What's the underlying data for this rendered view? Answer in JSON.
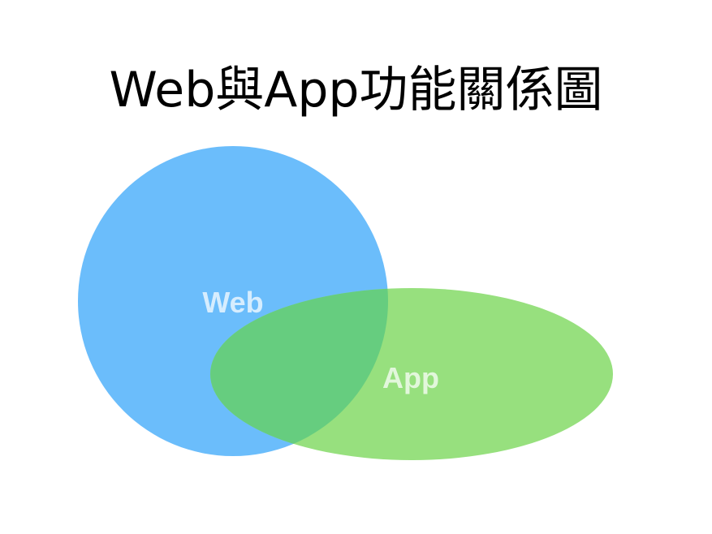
{
  "title": "Web與App功能關係圖",
  "sets": [
    {
      "label": "Web",
      "color": "#6bbdfb"
    },
    {
      "label": "App",
      "color": "#97e07e"
    }
  ],
  "overlap_color": "#66cd7f"
}
